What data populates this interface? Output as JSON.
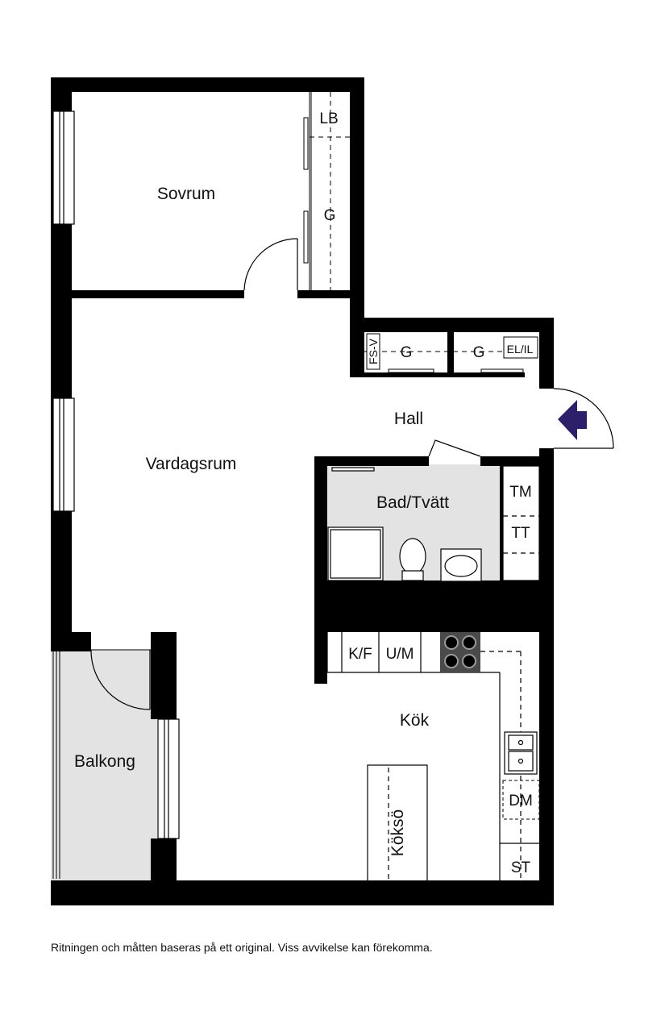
{
  "rooms": {
    "sovrum": "Sovrum",
    "vardagsrum": "Vardagsrum",
    "hall": "Hall",
    "bad": "Bad/Tvätt",
    "kok": "Kök",
    "balkong": "Balkong",
    "kokso": "Köksö"
  },
  "fixtures": {
    "lb": "LB",
    "g_bedroom": "G",
    "fsv": "FS-V",
    "g_hall1": "G",
    "g_hall2": "G",
    "elil": "EL/IL",
    "tm": "TM",
    "tt": "TT",
    "kf": "K/F",
    "um": "U/M",
    "dm": "DM",
    "st": "ST"
  },
  "disclaimer": "Ritningen och måtten baseras på ett original. Viss avvikelse kan förekomma.",
  "colors": {
    "wall": "#000000",
    "wet_area": "#e3e3e3",
    "entrance_arrow": "#2e1f6b"
  }
}
